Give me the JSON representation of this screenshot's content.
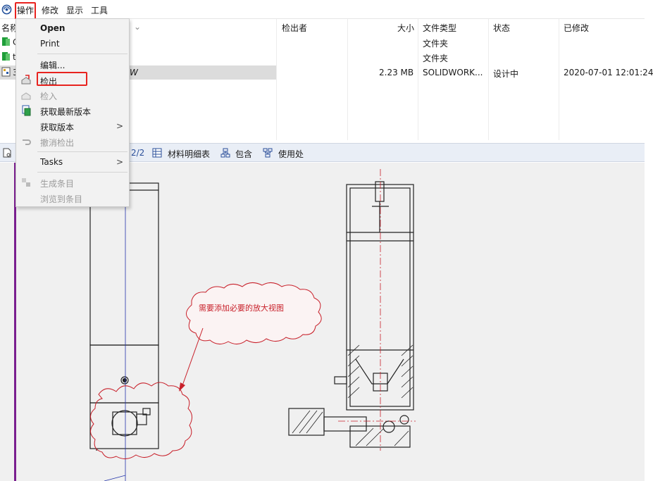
{
  "menubar": {
    "items": [
      "操作",
      "修改",
      "显示",
      "工具"
    ]
  },
  "filelist": {
    "columns": [
      "名称",
      "检出者",
      "大小",
      "文件类型",
      "状态",
      "已修改"
    ],
    "rows": [
      {
        "name_fragment": "C",
        "size": "",
        "type": "文件夹",
        "state": "",
        "modified": ""
      },
      {
        "name_fragment": "t",
        "size": "",
        "type": "文件夹",
        "state": "",
        "modified": ""
      },
      {
        "name_fragment": "3",
        "name_tail": "W",
        "size": "2.23 MB",
        "type": "SOLIDWORK...",
        "state": "设计中",
        "modified": "2020-07-01 12:01:24"
      }
    ]
  },
  "tabbar": {
    "page_indicator": "2/2",
    "tabs": [
      "材料明细表",
      "包含",
      "使用处"
    ]
  },
  "dropdown": {
    "open": "Open",
    "print": "Print",
    "edit": "编辑...",
    "checkout": "检出",
    "checkin": "检入",
    "get_latest": "获取最新版本",
    "get_version": "获取版本",
    "undo_checkout": "撤消检出",
    "tasks": "Tasks",
    "generate_entry": "生成条目",
    "browse_entry": "浏览到条目",
    "submenu_arrow": ">"
  },
  "annotation": {
    "cloud_text": "需要添加必要的放大视图",
    "color": "#c8202a"
  },
  "colors": {
    "highlight": "#e8231f",
    "tabbar_bg": "#e9eef6",
    "preview_bg": "#f0f0f0",
    "accent_purple": "#7a1f8f"
  }
}
